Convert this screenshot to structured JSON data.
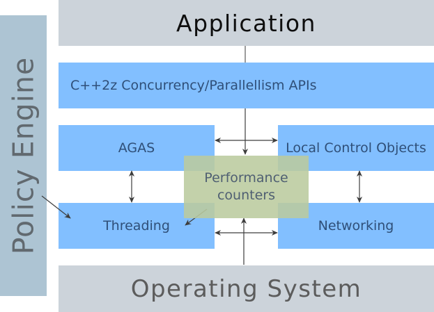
{
  "policy_engine": "Policy Engine",
  "application": "Application",
  "operating_system": "Operating System",
  "apis": "C++2z Concurrency/Parallellism APIs",
  "agas": "AGAS",
  "local_control_objects": "Local Control Objects",
  "threading": "Threading",
  "networking": "Networking",
  "performance_counters": [
    "Performance",
    "counters"
  ]
}
